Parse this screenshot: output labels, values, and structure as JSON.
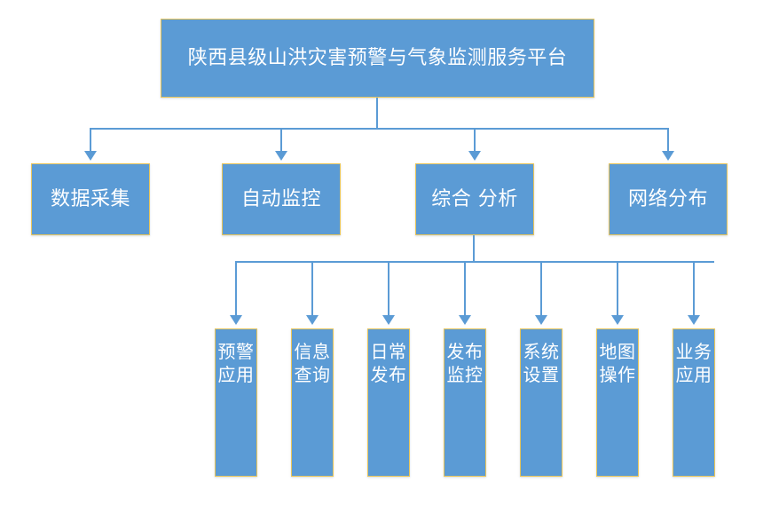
{
  "diagram": {
    "title_node": {
      "label": "陕西县级山洪灾害预警与气象监测服务平台"
    },
    "level2": [
      {
        "label": "数据采集"
      },
      {
        "label": "自动监控"
      },
      {
        "label": "综合 分析"
      },
      {
        "label": "网络分布"
      }
    ],
    "leaves": [
      {
        "label": "预警应用"
      },
      {
        "label": "信息查询"
      },
      {
        "label": "日常发布"
      },
      {
        "label": "发布监控"
      },
      {
        "label": "系统设置"
      },
      {
        "label": "地图操作"
      },
      {
        "label": "业务应用"
      }
    ],
    "colors": {
      "node_fill": "#5B9BD5",
      "node_border": "#E8C55B",
      "node_text": "#FFFFFF",
      "connector": "#5B9BD5",
      "background": "#FFFFFF"
    }
  }
}
